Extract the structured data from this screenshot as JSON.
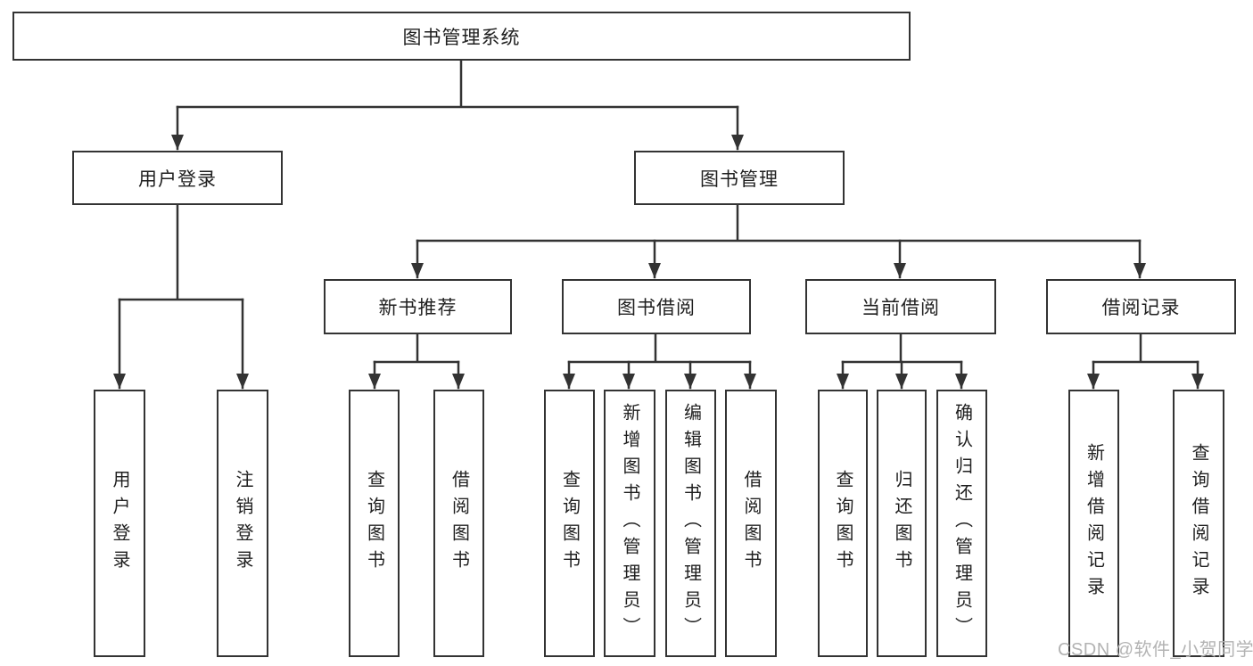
{
  "diagram": {
    "type": "hierarchy-tree",
    "colors": {
      "line": "#333333",
      "box_border": "#333333",
      "box_fill": "#ffffff",
      "text": "#1f1f1f",
      "watermark": "#b3b3b3"
    },
    "tree": {
      "label": "图书管理系统",
      "children": [
        {
          "label": "用户登录",
          "children": [
            {
              "label": "用户登录"
            },
            {
              "label": "注销登录"
            }
          ]
        },
        {
          "label": "图书管理",
          "children": [
            {
              "label": "新书推荐",
              "children": [
                {
                  "label": "查询图书"
                },
                {
                  "label": "借阅图书"
                }
              ]
            },
            {
              "label": "图书借阅",
              "children": [
                {
                  "label": "查询图书"
                },
                {
                  "label": "新增图书（管理员）"
                },
                {
                  "label": "编辑图书（管理员）"
                },
                {
                  "label": "借阅图书"
                }
              ]
            },
            {
              "label": "当前借阅",
              "children": [
                {
                  "label": "查询图书"
                },
                {
                  "label": "归还图书"
                },
                {
                  "label": "确认归还（管理员）"
                }
              ]
            },
            {
              "label": "借阅记录",
              "children": [
                {
                  "label": "新增借阅记录"
                },
                {
                  "label": "查询借阅记录"
                }
              ]
            }
          ]
        }
      ]
    },
    "watermark": {
      "text": "CSDN @软件_小贺同学"
    }
  }
}
